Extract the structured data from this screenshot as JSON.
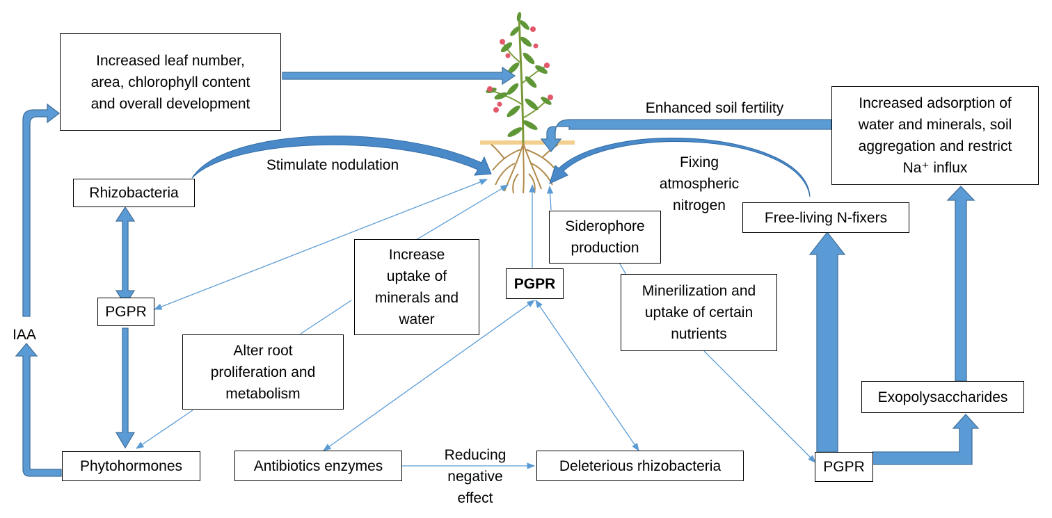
{
  "boxes": {
    "leaf": "Increased leaf number,\narea, chlorophyll content\nand overall development",
    "adsorption": "Increased adsorption of\nwater and minerals, soil\naggregation and restrict\nNa⁺ influx",
    "rhizobacteria": "Rhizobacteria",
    "pgpr_left": "PGPR",
    "phytohormones": "Phytohormones",
    "increase_uptake": "Increase\nuptake of\nminerals and\nwater",
    "alter_root": "Alter root\nproliferation and\nmetabolism",
    "pgpr_center": "PGPR",
    "siderophore": "Siderophore\nproduction",
    "minerilization": "Minerilization and\nuptake of certain\nnutrients",
    "free_living": "Free-living N-fixers",
    "exopolysaccharides": "Exopolysaccharides",
    "pgpr_right": "PGPR",
    "antibiotics": "Antibiotics enzymes",
    "deleterious": "Deleterious rhizobacteria"
  },
  "labels": {
    "enhanced_soil": "Enhanced soil fertility",
    "stimulate": "Stimulate nodulation",
    "fixing": "Fixing\natmospheric\nnitrogen",
    "iaa": "IAA",
    "reducing": "Reducing\nnegative\neffect"
  },
  "colors": {
    "arrow_fill": "#5b9bd5",
    "arrow_stroke": "#41719c",
    "thin_arrow": "#5b9bd5",
    "soil_line": "#f2cf8f",
    "root": "#b08a4a",
    "stem": "#7a9a3a",
    "leaf": "#5f9636",
    "flower": "#e2586a"
  }
}
